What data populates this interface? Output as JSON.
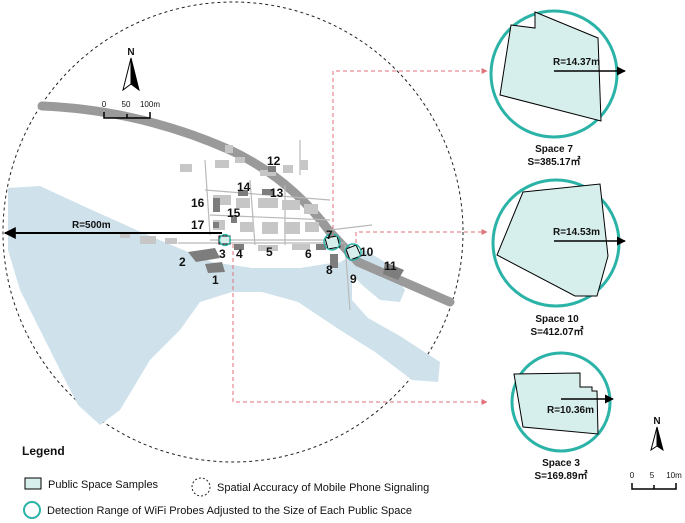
{
  "map": {
    "radius_label": "R=500m",
    "north_label": "N",
    "scale_main": [
      "0",
      "50",
      "100m"
    ],
    "scale_small": [
      "0",
      "5",
      "10m"
    ],
    "space_numbers": [
      "1",
      "2",
      "3",
      "4",
      "5",
      "6",
      "7",
      "8",
      "9",
      "10",
      "11",
      "12",
      "13",
      "14",
      "15",
      "16",
      "17"
    ],
    "colors": {
      "water": "#cfe2ec",
      "road": "#9a9a9a",
      "sample_fill": "#d6efec",
      "probe_ring": "#2bb3a7",
      "dashed_link": "#e0727a"
    }
  },
  "insets": [
    {
      "title": "Space 7",
      "area": "S=385.17㎡",
      "radius": "R=14.37m"
    },
    {
      "title": "Space 10",
      "area": "S=412.07㎡",
      "radius": "R=14.53m"
    },
    {
      "title": "Space 3",
      "area": "S=169.89㎡",
      "radius": "R=10.36m"
    }
  ],
  "legend": {
    "title": "Legend",
    "items": [
      "Public Space Samples",
      "Spatial Accuracy of Mobile Phone Signaling",
      "Detection Range of WiFi Probes Adjusted to the Size of Each Public Space"
    ]
  }
}
